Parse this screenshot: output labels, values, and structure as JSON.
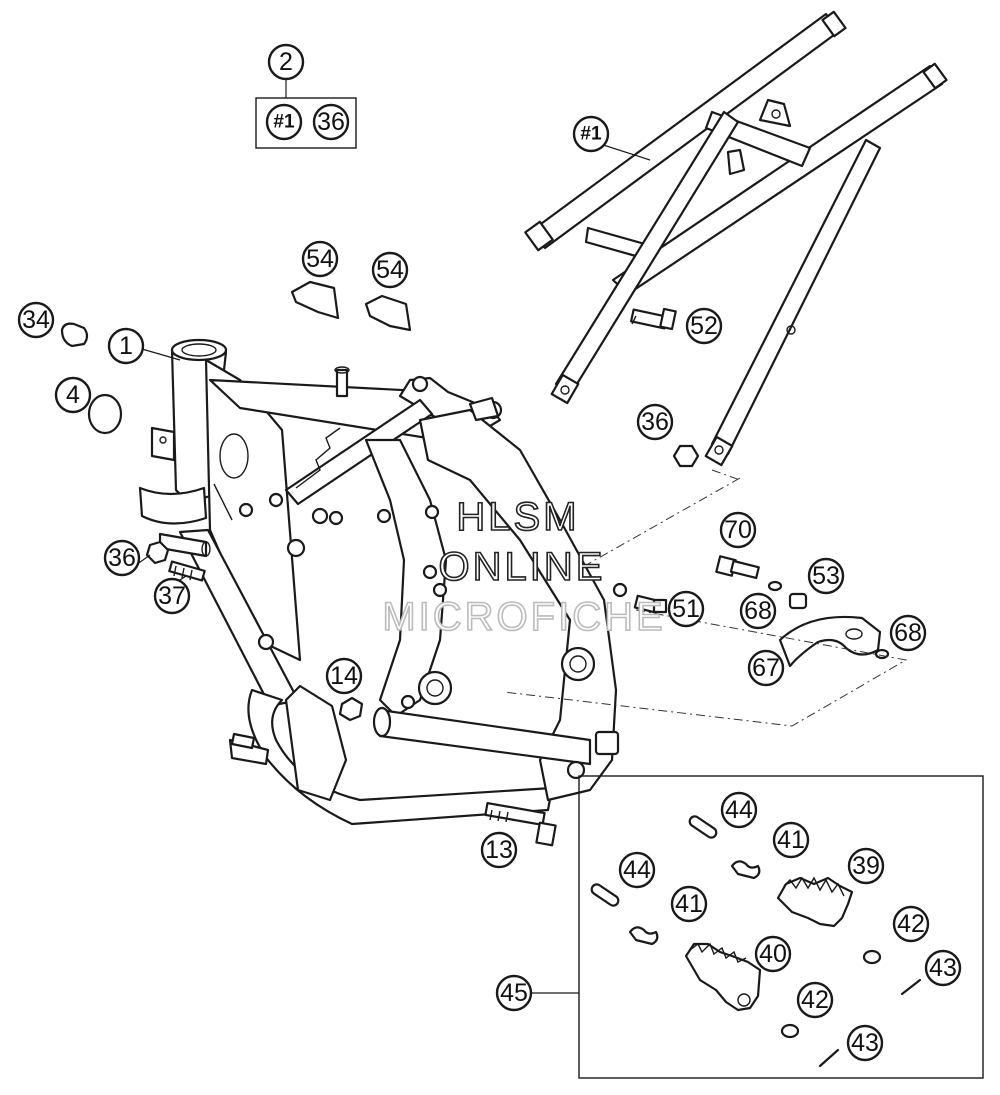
{
  "watermark": {
    "line1": "HLSM",
    "line2": "ONLINE",
    "line3": "MICROFICHE"
  },
  "callouts": [
    {
      "id": "c2a",
      "label": "2"
    },
    {
      "id": "c1ref_a",
      "label": "#1"
    },
    {
      "id": "c36_kit",
      "label": "36"
    },
    {
      "id": "c1ref_b",
      "label": "#1"
    },
    {
      "id": "c54a",
      "label": "54"
    },
    {
      "id": "c54b",
      "label": "54"
    },
    {
      "id": "c34",
      "label": "34"
    },
    {
      "id": "c1",
      "label": "1"
    },
    {
      "id": "c52",
      "label": "52"
    },
    {
      "id": "c4",
      "label": "4"
    },
    {
      "id": "c36a",
      "label": "36"
    },
    {
      "id": "c36b",
      "label": "36"
    },
    {
      "id": "c70",
      "label": "70"
    },
    {
      "id": "c37",
      "label": "37"
    },
    {
      "id": "c53",
      "label": "53"
    },
    {
      "id": "c51",
      "label": "51"
    },
    {
      "id": "c68a",
      "label": "68"
    },
    {
      "id": "c68b",
      "label": "68"
    },
    {
      "id": "c14",
      "label": "14"
    },
    {
      "id": "c67",
      "label": "67"
    },
    {
      "id": "c44a",
      "label": "44"
    },
    {
      "id": "c41a",
      "label": "41"
    },
    {
      "id": "c13",
      "label": "13"
    },
    {
      "id": "c39",
      "label": "39"
    },
    {
      "id": "c44b",
      "label": "44"
    },
    {
      "id": "c41b",
      "label": "41"
    },
    {
      "id": "c42a",
      "label": "42"
    },
    {
      "id": "c40",
      "label": "40"
    },
    {
      "id": "c43a",
      "label": "43"
    },
    {
      "id": "c45",
      "label": "45"
    },
    {
      "id": "c42b",
      "label": "42"
    },
    {
      "id": "c43b",
      "label": "43"
    }
  ]
}
